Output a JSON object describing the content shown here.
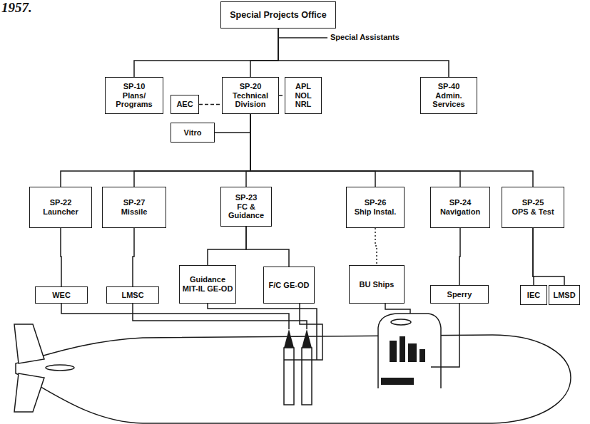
{
  "diagram": {
    "title": "1957.",
    "nodes": [
      {
        "text": [
          "Special Projects Office"
        ]
      },
      {
        "text": [
          "SP-10",
          "Plans/ Programs"
        ]
      },
      {
        "text": [
          "AEC"
        ]
      },
      {
        "text": [
          "SP-20",
          "Technical Division"
        ]
      },
      {
        "text": [
          "APL NOL NRL"
        ]
      },
      {
        "text": [
          "SP-40",
          "Admin. Services"
        ]
      },
      {
        "text": [
          "Vitro"
        ]
      },
      {
        "text": [
          "SP-22",
          "Launcher"
        ]
      },
      {
        "text": [
          "SP-27",
          "Missile"
        ]
      },
      {
        "text": [
          "SP-23",
          "FC & Guidance"
        ]
      },
      {
        "text": [
          "SP-26",
          "Ship Instal."
        ]
      },
      {
        "text": [
          "SP-24",
          "Navigation"
        ]
      },
      {
        "text": [
          "SP-25",
          "OPS & Test"
        ]
      },
      {
        "text": [
          "Guidance MIT-IL GE-OD"
        ]
      },
      {
        "text": [
          "F/C GE-OD"
        ]
      },
      {
        "text": [
          "BU Ships"
        ]
      },
      {
        "text": [
          "WEC"
        ]
      },
      {
        "text": [
          "LMSC"
        ]
      },
      {
        "text": [
          "Sperry"
        ]
      },
      {
        "text": [
          "IEC"
        ]
      },
      {
        "text": [
          "LMSD"
        ]
      }
    ],
    "edges": [
      {
        "from": 0,
        "to": 1,
        "arrow": "none"
      },
      {
        "from": 0,
        "to": 3,
        "arrow": "none"
      },
      {
        "from": 0,
        "to": 5,
        "arrow": "none"
      },
      {
        "from": 2,
        "to": 3,
        "arrow": "none"
      },
      {
        "from": 3,
        "to": 4,
        "arrow": "none"
      },
      {
        "from": 3,
        "to": 6,
        "arrow": "none"
      },
      {
        "from": 3,
        "to": 7,
        "arrow": "none"
      },
      {
        "from": 3,
        "to": 8,
        "arrow": "none"
      },
      {
        "from": 3,
        "to": 9,
        "arrow": "none"
      },
      {
        "from": 3,
        "to": 10,
        "arrow": "none"
      },
      {
        "from": 3,
        "to": 11,
        "arrow": "none"
      },
      {
        "from": 3,
        "to": 12,
        "arrow": "none"
      },
      {
        "from": 7,
        "to": 16,
        "arrow": "none"
      },
      {
        "from": 8,
        "to": 17,
        "arrow": "none"
      },
      {
        "from": 9,
        "to": 13,
        "arrow": "none"
      },
      {
        "from": 9,
        "to": 14,
        "arrow": "none"
      },
      {
        "from": 10,
        "to": 15,
        "arrow": "none"
      },
      {
        "from": 11,
        "to": 18,
        "arrow": "none"
      },
      {
        "from": 12,
        "to": 19,
        "arrow": "none"
      },
      {
        "from": 12,
        "to": 20,
        "arrow": "none"
      }
    ],
    "labels": [
      "Special Assistants"
    ]
  }
}
